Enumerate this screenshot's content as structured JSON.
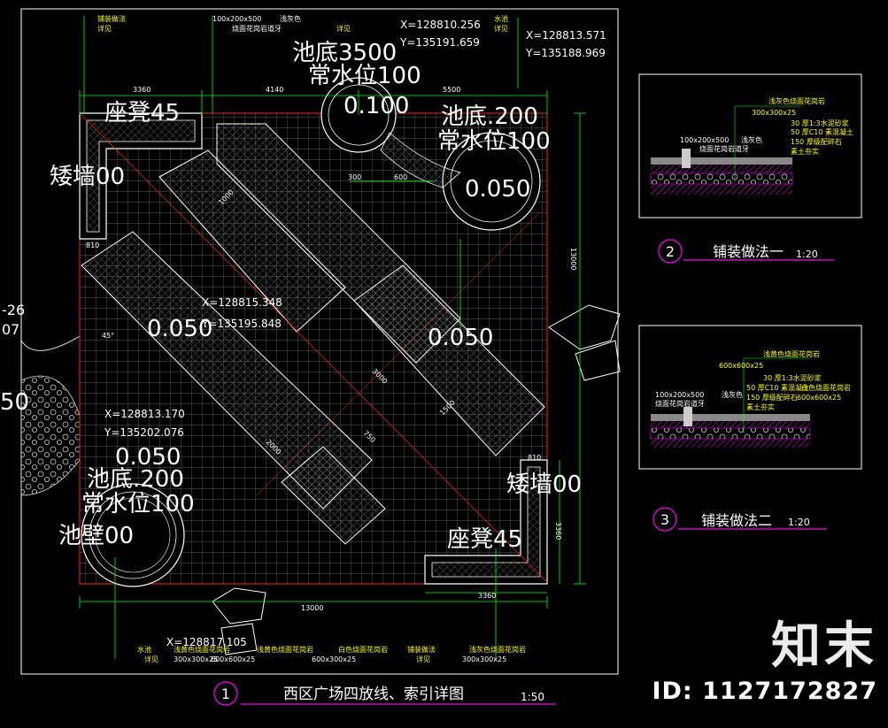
{
  "drawing": {
    "main_title": "西区广场四放线、索引详图",
    "main_scale": "1:50",
    "main_index": "1",
    "detail2": {
      "index": "2",
      "title": "铺装做法一",
      "scale": "1:20",
      "labels": [
        "浅灰色烧面花岗岩",
        "300x300x25",
        "30 厚1:3水泥砂浆",
        "50 厚C10 素混凝土",
        "150 厚级配碎石",
        "素土夯实",
        "100x200x500",
        "浅灰色",
        "烧面花岗岩道牙"
      ]
    },
    "detail3": {
      "index": "3",
      "title": "铺装做法二",
      "scale": "1:20",
      "labels": [
        "浅黄色烧面花岗岩",
        "600x600x25",
        "30 厚1:3水泥砂浆",
        "50 厚C10 素混凝土",
        "白色烧面花岗岩",
        "150 厚级配碎石",
        "素土夯实",
        "100x200x500",
        "浅灰色",
        "烧面花岗岩道牙",
        "600x600x25"
      ]
    },
    "coords": {
      "c1_x": "X=128810.256",
      "c1_y": "Y=135191.659",
      "c2_x": "X=128813.571",
      "c2_y": "Y=135188.969",
      "c3_x": "X=128815.348",
      "c3_y": "Y=135195.848",
      "c4_x": "X=128813.170",
      "c4_y": "Y=135202.076",
      "c5_x": "X=128817.105"
    },
    "big_labels": {
      "pool_top": "池底3500",
      "changshui_top": "常水位100",
      "elev_top": "0.100",
      "pool_right": "池底.200",
      "changshui_right": "常水位100",
      "elev_right": "0.050",
      "seat_top": "座凳45",
      "wall_left": "矮墙00",
      "elev_center_left": "0.050",
      "elev_center_right": "0.050",
      "elev_left": "0.050",
      "pool_left": "池底.200",
      "changshui_left": "常水位100",
      "wall_pool": "池壁00",
      "wall_right": "矮墙00",
      "seat_bottom": "座凳45",
      "edge_a": "-26",
      "edge_b": "07",
      "edge_c": "50"
    },
    "dims": {
      "top1": "3360",
      "top2": "4140",
      "top3": "5500",
      "right": "13000",
      "bottom": "13000",
      "bottom2": "3360",
      "right2": "3360",
      "d1000": "1000",
      "d1500": "1500",
      "d2000": "2000",
      "d3000": "3000",
      "d750": "750",
      "d810": "810",
      "d300": "300",
      "d600": "600",
      "angle": "45°"
    },
    "top_notes": [
      "铺装做法",
      "详见",
      "100x200x500",
      "浅灰色",
      "烧面花岗岩道牙",
      "详见",
      "水池",
      "详见"
    ],
    "bottom_notes": [
      "水池",
      "详见",
      "浅黄色烧面花岗岩",
      "300x300x25",
      "600x600x25",
      "浅黄色烧面花岗岩",
      "白色烧面花岗岩",
      "600x300x25",
      "铺装做法",
      "详见",
      "浅灰色烧面花岗岩",
      "300x300x25"
    ]
  },
  "watermark": {
    "logo": "知末",
    "id": "ID: 1127172827"
  },
  "colors": {
    "background": "#000000",
    "frame": "#ffffff",
    "grid": "#8a8a8a",
    "dim": "#00ff00",
    "magenta": "#ff00ff",
    "red": "#ff2020"
  }
}
